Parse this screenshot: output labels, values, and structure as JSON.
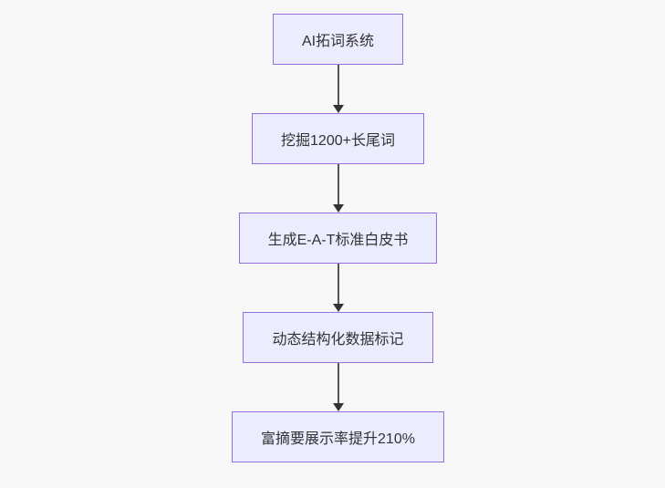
{
  "diagram": {
    "type": "flowchart-vertical",
    "nodes": [
      {
        "label": "AI拓词系统"
      },
      {
        "label": "挖掘1200+长尾词"
      },
      {
        "label": "生成E-A-T标准白皮书"
      },
      {
        "label": "动态结构化数据标记"
      },
      {
        "label": "富摘要展示率提升210%"
      }
    ],
    "edges": [
      {
        "from": 0,
        "to": 1
      },
      {
        "from": 1,
        "to": 2
      },
      {
        "from": 2,
        "to": 3
      },
      {
        "from": 3,
        "to": 4
      }
    ],
    "colors": {
      "background": "#f8f8f8",
      "node_fill": "#ececff",
      "node_border": "#9370db",
      "arrow_line": "#555555",
      "arrow_head": "#333333",
      "text": "#333333"
    }
  }
}
